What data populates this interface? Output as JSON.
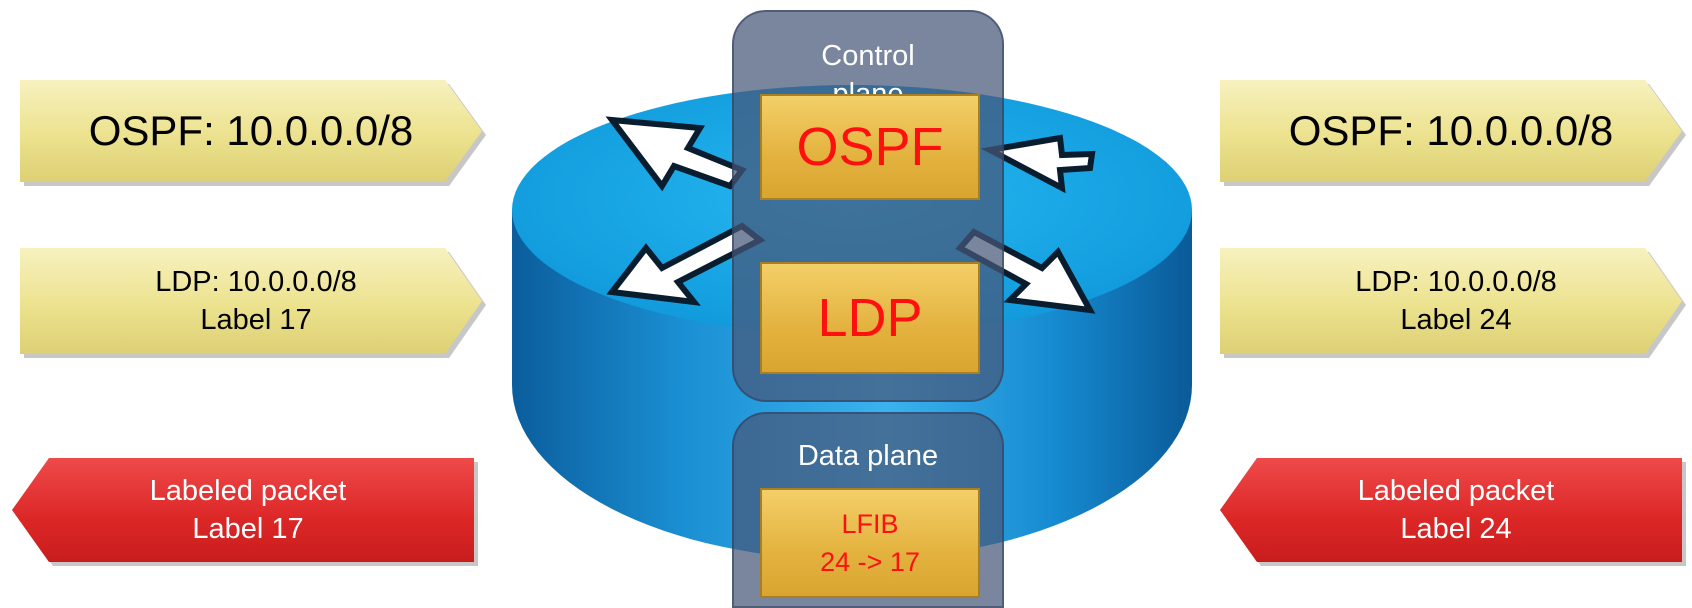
{
  "left": {
    "ospf_text": "OSPF: 10.0.0.0/8",
    "ldp_line1": "LDP: 10.0.0.0/8",
    "ldp_line2": "Label 17",
    "packet_line1": "Labeled packet",
    "packet_line2": "Label 17"
  },
  "right": {
    "ospf_text": "OSPF: 10.0.0.0/8",
    "ldp_line1": "LDP: 10.0.0.0/8",
    "ldp_line2": "Label 24",
    "packet_line1": "Labeled packet",
    "packet_line2": "Label 24"
  },
  "router": {
    "control_plane": {
      "title": "Control",
      "title_overflow": "plane",
      "ospf_label": "OSPF",
      "ldp_label": "LDP"
    },
    "data_plane": {
      "title": "Data plane",
      "lfib_label": "LFIB",
      "lfib_entry": "24 -> 17"
    }
  },
  "colors": {
    "router_blue": "#16a6e2",
    "router_blue_dark": "#0d6fb6",
    "advert_arrow": "#ece28e",
    "packet_arrow": "#dc2626",
    "label_text_red": "#ff1010",
    "plane_overlay": "#465878"
  }
}
